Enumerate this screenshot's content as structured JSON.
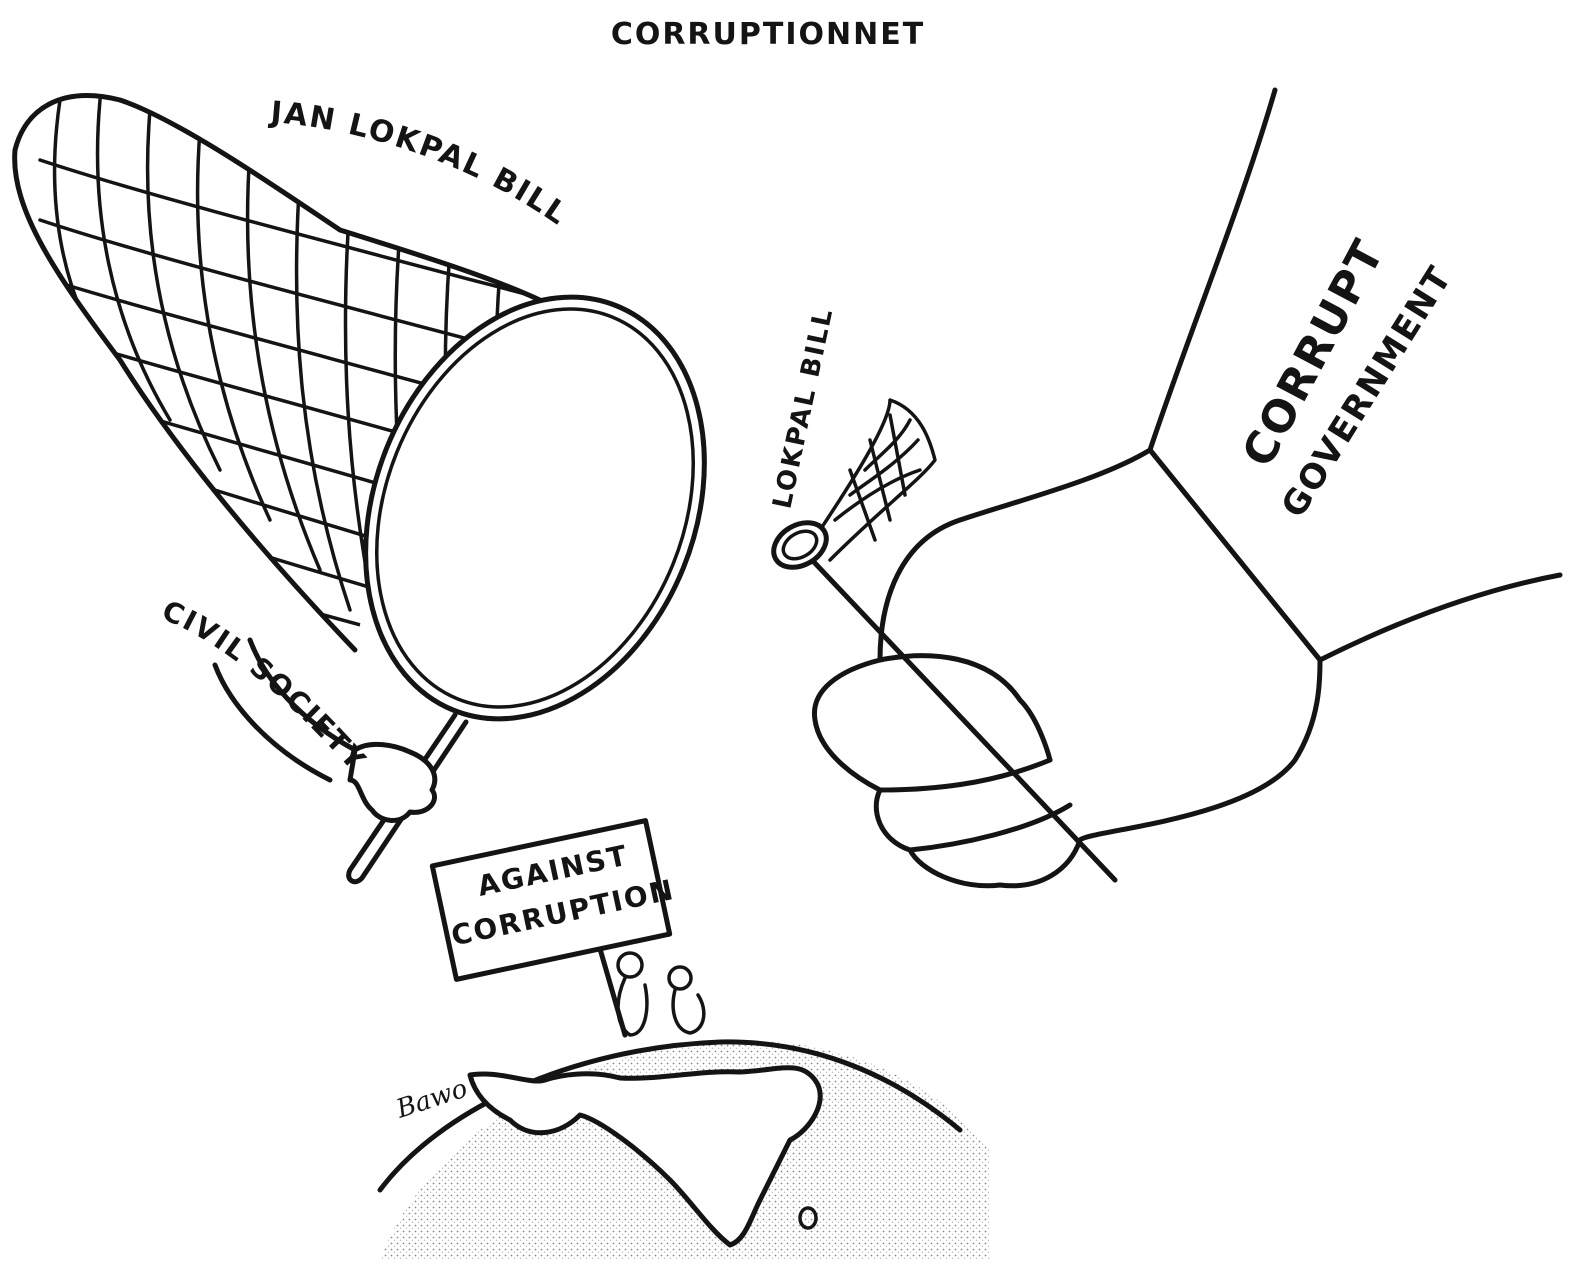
{
  "cartoon": {
    "title": "CORRUPTIONNET",
    "big_net_label": "JAN LOKPAL BILL",
    "civil_society_label": "CIVIL SOCIETY",
    "small_net_label": "LOKPAL BILL",
    "sleeve_line1": "CORRUPT",
    "sleeve_line2": "GOVERNMENT",
    "sign_line1": "AGAINST",
    "sign_line2": "CORRUPTION",
    "signature": "Bawo"
  },
  "colors": {
    "ink": "#141414",
    "paper": "#ffffff",
    "stipple": "#8a8a8a"
  }
}
